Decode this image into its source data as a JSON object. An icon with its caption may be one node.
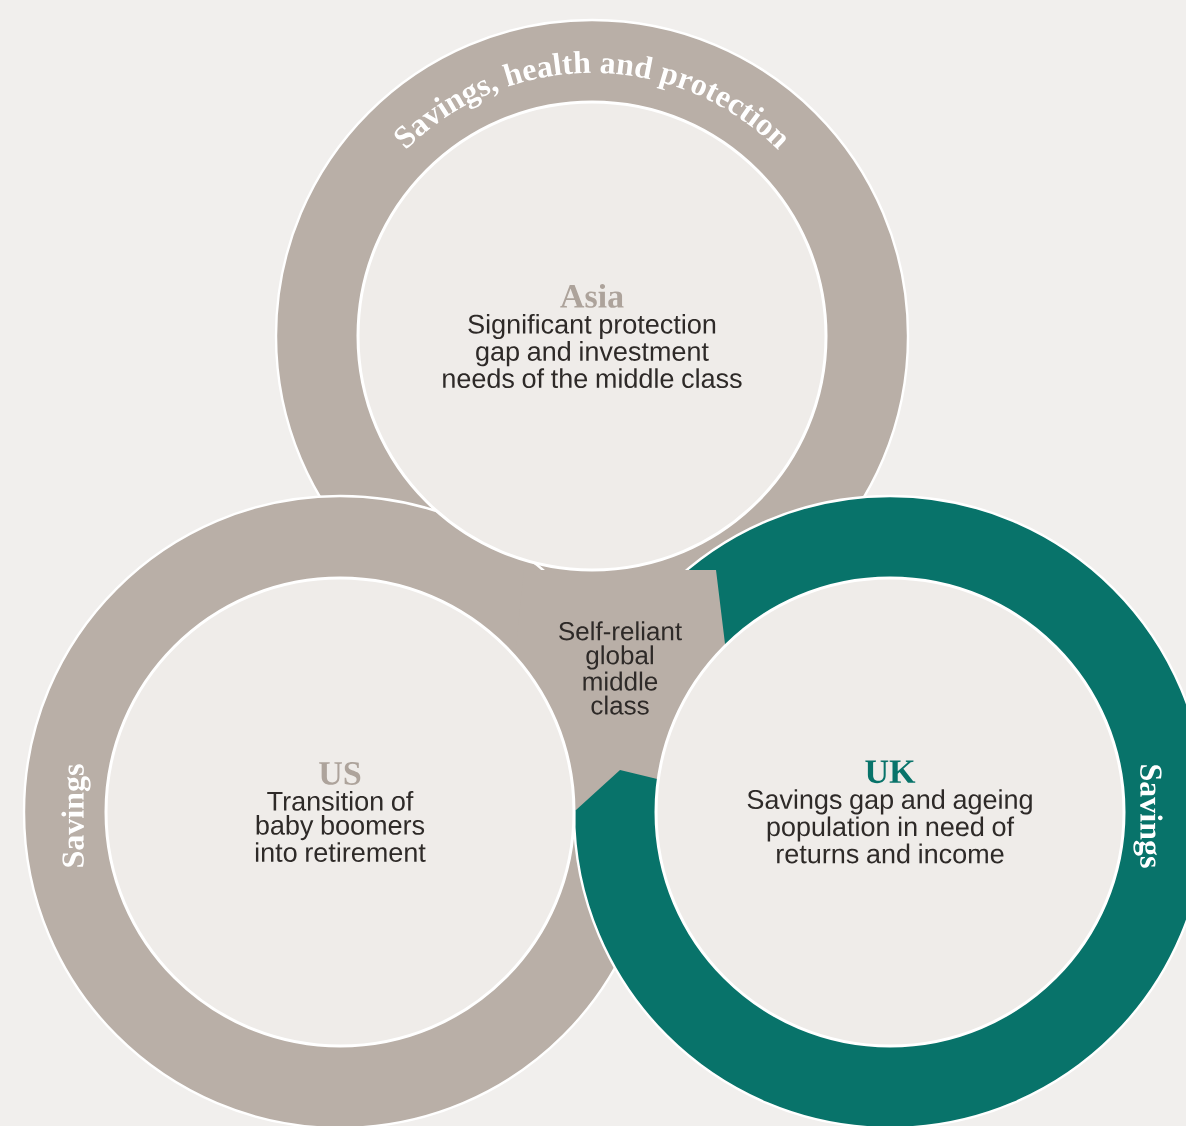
{
  "diagram": {
    "nodes": [
      {
        "text": [
          "Asia",
          "Significant protection gap and investment needs of the middle class"
        ],
        "beside": [
          "Savings, health and protection"
        ]
      },
      {
        "text": [
          "US",
          "Transition of baby boomers into retirement"
        ],
        "beside": [
          "Savings"
        ]
      },
      {
        "text": [
          "UK",
          "Savings gap and ageing population in need of returns and income"
        ],
        "beside": [
          "Savings"
        ]
      },
      {
        "text": [
          "Self-reliant global middle class"
        ]
      }
    ]
  }
}
